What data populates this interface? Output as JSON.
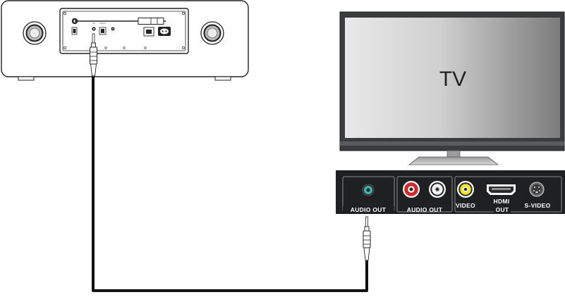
{
  "tv": {
    "label": "TV"
  },
  "panel": {
    "audio_out_aux": "AUDIO  OUT",
    "audio_out_rca": "AUDIO  OUT",
    "video": "VIDEO",
    "hdmi": "HDMI",
    "out": "OUT",
    "svideo": "S-VIDEO"
  },
  "colors": {
    "aux_jack": "#3fb7b0",
    "rca_red": "#d7262a",
    "rca_white": "#ffffff",
    "rca_yellow": "#f2e51c",
    "panel": "#1f2021",
    "cable": "#111111"
  }
}
